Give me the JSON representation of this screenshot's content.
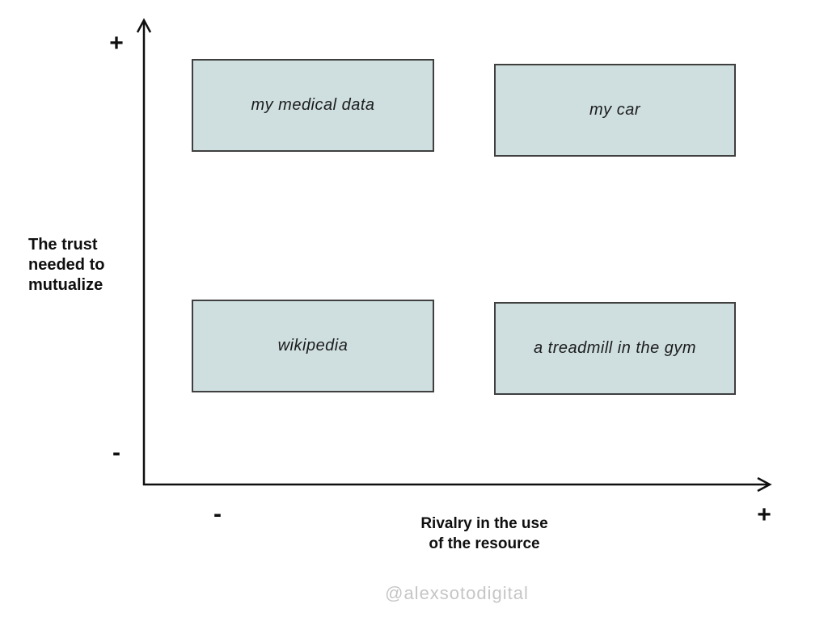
{
  "diagram": {
    "type": "2x2-matrix",
    "y_axis": {
      "label": "The trust\nneeded to\nmutualize",
      "plus": "+",
      "minus": "-",
      "direction": "vertical"
    },
    "x_axis": {
      "label": "Rivalry in the use\nof the resource",
      "plus": "+",
      "minus": "-",
      "direction": "horizontal"
    },
    "quadrants": [
      {
        "position": "top-left",
        "trust": "high",
        "rivalry": "low",
        "label": "my medical data"
      },
      {
        "position": "top-right",
        "trust": "high",
        "rivalry": "high",
        "label": "my car"
      },
      {
        "position": "bottom-left",
        "trust": "low",
        "rivalry": "low",
        "label": "wikipedia"
      },
      {
        "position": "bottom-right",
        "trust": "low",
        "rivalry": "high",
        "label": "a treadmill in the gym"
      }
    ],
    "colors": {
      "background": "#ffffff",
      "box_fill": "#cfdfe0",
      "box_border": "#3f3f3f",
      "axis": "#0f0f0f",
      "watermark": "#c5c5c5"
    }
  },
  "watermark": "@alexsotodigital"
}
